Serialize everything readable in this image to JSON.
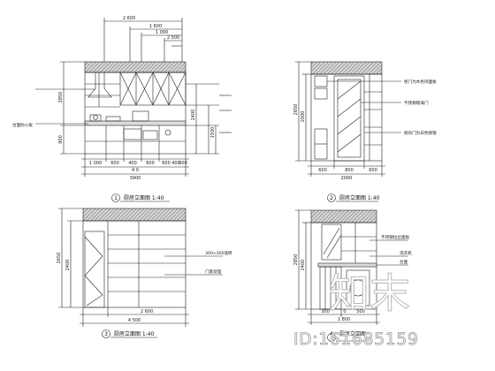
{
  "views": {
    "v1": {
      "top_dims": [
        "2 600",
        "1 600",
        "1 000",
        "2 500"
      ],
      "bottom_dims": [
        "1 000",
        "600",
        "400",
        "600",
        "600",
        "400",
        "600"
      ],
      "total_dims": [
        "4 0",
        "3900"
      ],
      "left_dims": [
        "2850",
        "900"
      ],
      "right_dims": [
        "2400",
        "1500"
      ],
      "notes": [
        "台面防火板"
      ],
      "title_no": "1",
      "title": "厨房立面图 1:40"
    },
    "v2": {
      "left_dims": [
        "2650",
        "2000"
      ],
      "bottom_dims": [
        "600",
        "800",
        "600"
      ],
      "total_dims": [
        "2000"
      ],
      "notes": [
        "柜门为木色饰面板",
        "不锈钢玻璃门",
        "厨房门为白色银镜"
      ],
      "title_no": "2",
      "title": "厨房立面图 1:40"
    },
    "v3": {
      "left_dims": [
        "2650",
        "2400"
      ],
      "bottom_dims": [
        "4 500",
        "2 600"
      ],
      "notes": [
        "300×300墙砖",
        "门套处理"
      ],
      "title_no": "3",
      "title": "厨房立面图 1:40"
    },
    "v4": {
      "left_dims": [
        "2850",
        "2400"
      ],
      "bottom_dims": [
        "300",
        "0",
        "500"
      ],
      "total_dims": [
        "1 800"
      ],
      "notes": [
        "不锈钢拉丝面板",
        "洗衣机",
        "台面"
      ],
      "title_no": "4",
      "title": "厨房立面图"
    }
  },
  "watermark": {
    "logo": "知末",
    "id_text": "ID:161685159"
  }
}
